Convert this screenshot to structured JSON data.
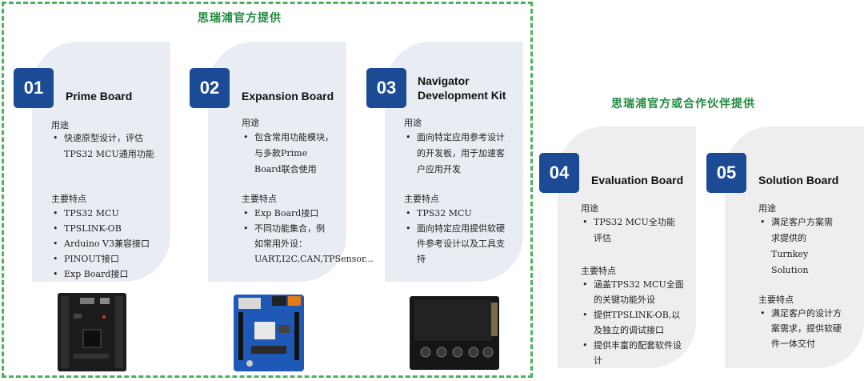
{
  "section_official": "思瑞浦官方提供",
  "section_partner": "思瑞浦官方或合作伙伴提供",
  "cards": [
    {
      "num": "01",
      "title": "Prime Board",
      "usage_label": "用途",
      "usage": [
        "快速原型设计，评估TPS32 MCU通用功能"
      ],
      "features_label": "主要特点",
      "features": [
        "TPS32 MCU",
        "TPSLINK-OB",
        "Arduino V3兼容接口",
        "PINOUT接口",
        "Exp Board接口"
      ]
    },
    {
      "num": "02",
      "title": "Expansion Board",
      "usage_label": "用途",
      "usage": [
        "包含常用功能模块，与多款Prime Board联合使用"
      ],
      "features_label": "主要特点",
      "features": [
        "Exp Board接口",
        "不同功能集合，例如常用外设：UART,I2C,CAN,TPSensor..."
      ]
    },
    {
      "num": "03",
      "title_line1": "Navigator",
      "title_line2": "Development Kit",
      "usage_label": "用途",
      "usage": [
        "面向特定应用参考设计的开发板，用于加速客户应用开发"
      ],
      "features_label": "主要特点",
      "features": [
        "TPS32 MCU",
        "面向特定应用提供软硬件参考设计以及工具支持"
      ]
    },
    {
      "num": "04",
      "title": "Evaluation Board",
      "usage_label": "用途",
      "usage": [
        "TPS32 MCU全功能评估"
      ],
      "features_label": "主要特点",
      "features": [
        "涵盖TPS32 MCU全面的关键功能外设",
        "提供TPSLINK-OB,以及独立的调试接口",
        "提供丰富的配套软件设计"
      ]
    },
    {
      "num": "05",
      "title": "Solution Board",
      "usage_label": "用途",
      "usage": [
        "满足客户方案需求提供的Turnkey Solution"
      ],
      "features_label": "主要特点",
      "features": [
        "满足客户的设计方案需求，提供软硬件一体交付"
      ]
    }
  ],
  "colors": {
    "badge": "#1b4b94",
    "frame": "#4cb25a",
    "title_green": "#1f8a3e"
  }
}
